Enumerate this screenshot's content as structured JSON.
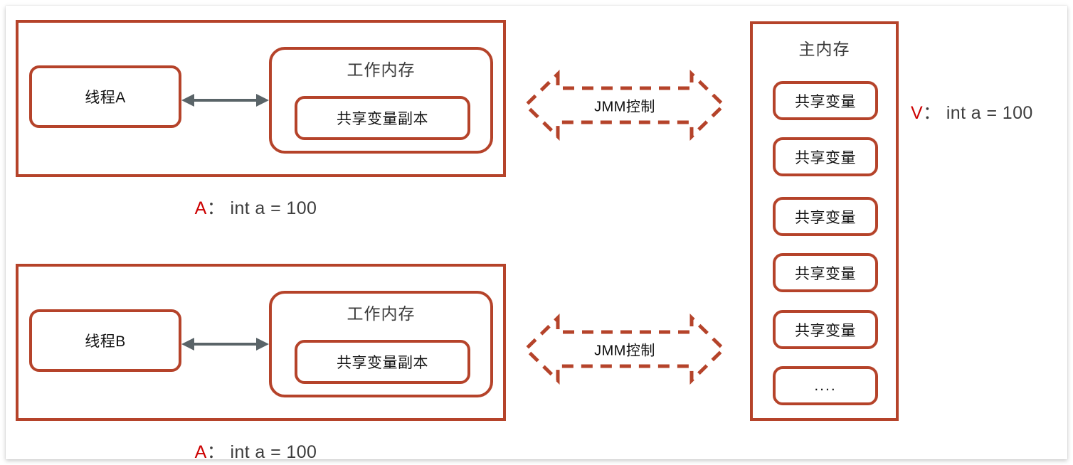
{
  "theme": {
    "brick": "#b5432a",
    "arrow_gray": "#5a6468",
    "accent_red": "#cc0000",
    "title_gray": "#3a3a3a",
    "text_black": "#111111",
    "page_bg": "#ffffff"
  },
  "threads": [
    {
      "id": "thread-a",
      "thread_label": "线程A",
      "working_memory_title": "工作内存",
      "shared_copy_label": "共享变量副本",
      "caption": {
        "var": "A",
        "separator": "：",
        "code": "int a = 100"
      }
    },
    {
      "id": "thread-b",
      "thread_label": "线程B",
      "working_memory_title": "工作内存",
      "shared_copy_label": "共享变量副本",
      "caption": {
        "var": "A",
        "separator": "：",
        "code": "int a = 100"
      }
    }
  ],
  "jmm_arrows": [
    {
      "id": "jmm-arrow-top",
      "label": "JMM控制"
    },
    {
      "id": "jmm-arrow-bottom",
      "label": "JMM控制"
    }
  ],
  "main_memory": {
    "title": "主内存",
    "items": [
      {
        "label": "共享变量"
      },
      {
        "label": "共享变量"
      },
      {
        "label": "共享变量"
      },
      {
        "label": "共享变量"
      },
      {
        "label": "共享变量"
      },
      {
        "label": "...."
      }
    ]
  },
  "main_memory_caption": {
    "var": "V",
    "separator": "：",
    "code": "int a = 100"
  }
}
